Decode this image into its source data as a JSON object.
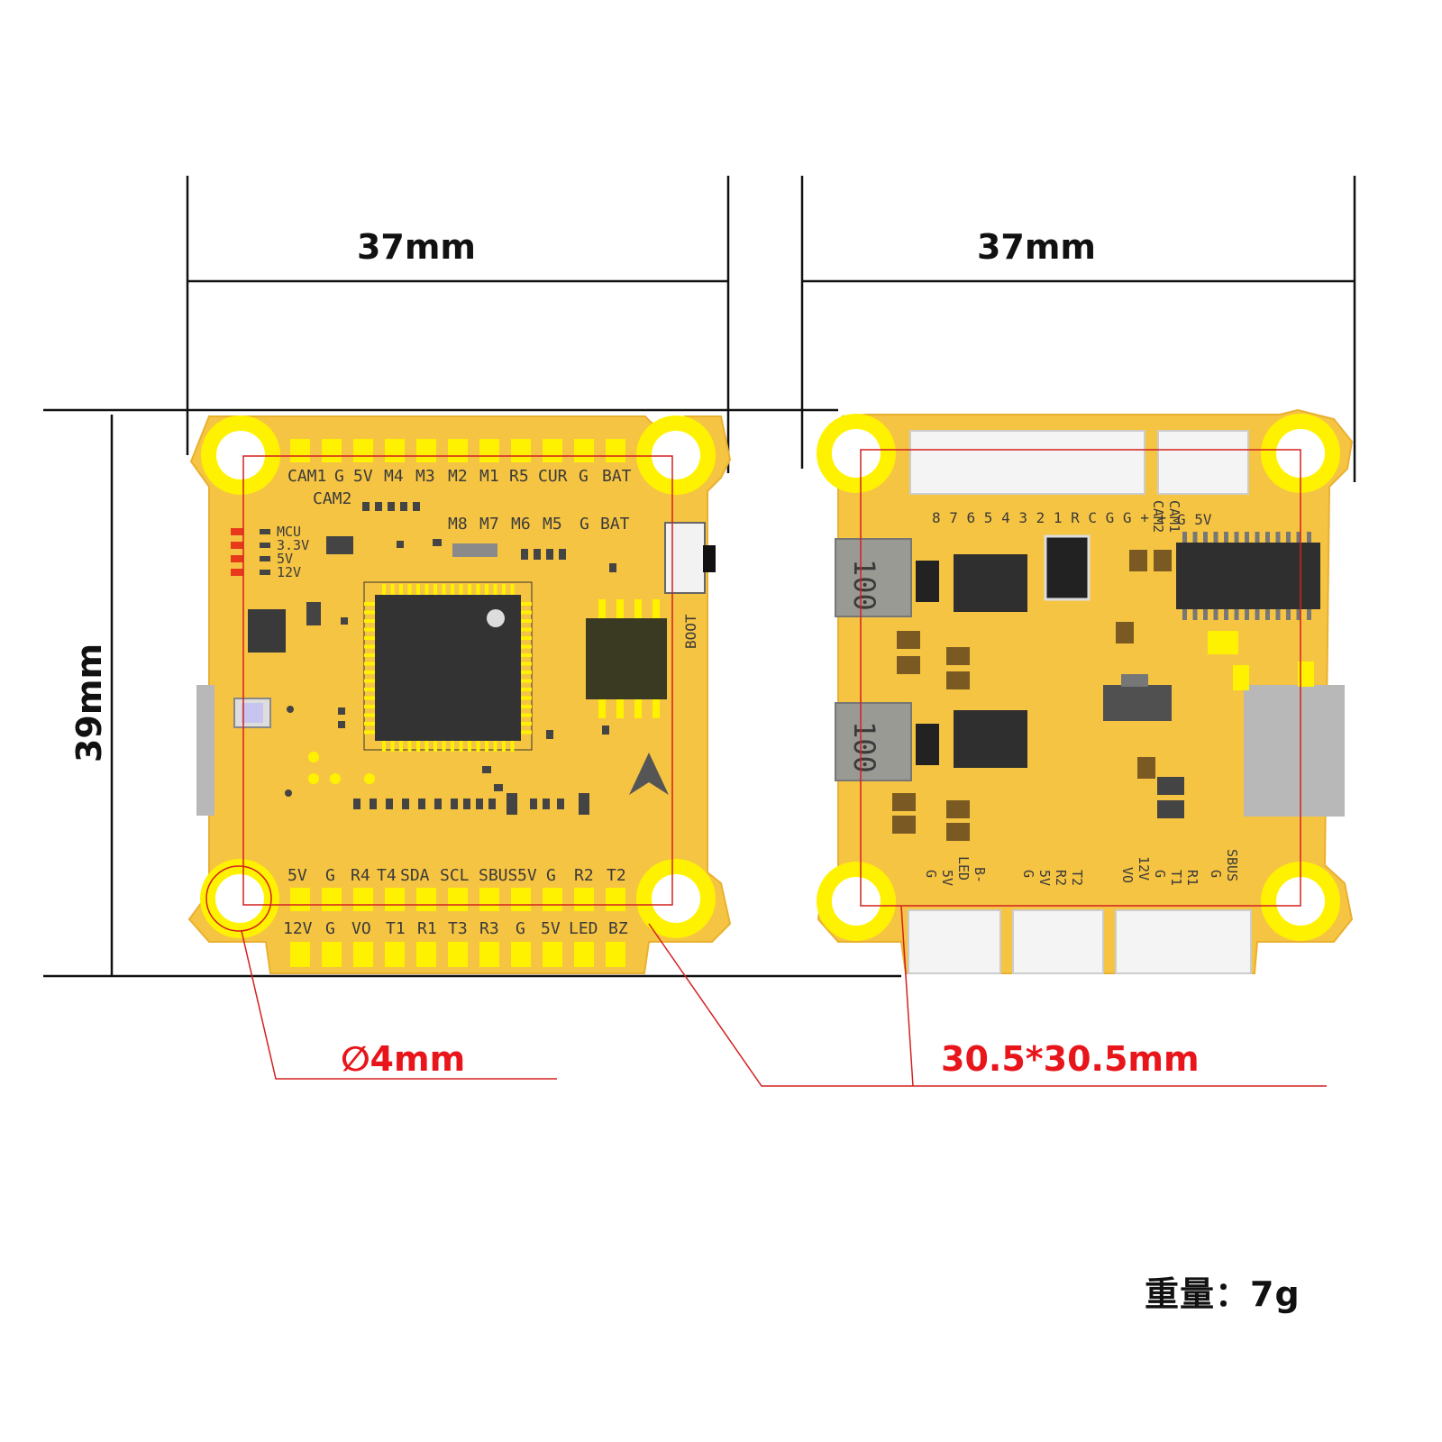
{
  "colors": {
    "pcb": "#f6c443",
    "pad": "#fff200",
    "line": "#111111",
    "red": "#e8151b",
    "chip": "#333333"
  },
  "dimensions": {
    "width_left": "37mm",
    "width_right": "37mm",
    "height": "39mm",
    "hole": "∅4mm",
    "mount": "30.5*30.5mm"
  },
  "weight": "重量：7g",
  "front_board": {
    "top_row1": [
      "CAM1",
      "G",
      "5V",
      "M4",
      "M3",
      "M2",
      "M1",
      "R5",
      "CUR",
      "G",
      "BAT"
    ],
    "cam2": "CAM2",
    "top_row2": [
      "M8",
      "M7",
      "M6",
      "M5",
      "G",
      "BAT"
    ],
    "leds": [
      "MCU",
      "3.3V",
      "5V",
      "12V"
    ],
    "boot": "BOOT",
    "bottom_row1": [
      "5V",
      "G",
      "R4",
      "T4",
      "SDA",
      "SCL",
      "SBUS",
      "5V",
      "G",
      "R2",
      "T2"
    ],
    "bottom_row2": [
      "12V",
      "G",
      "VO",
      "T1",
      "R1",
      "T3",
      "R3",
      "G",
      "5V",
      "LED",
      "BZ"
    ]
  },
  "back_board": {
    "top_header": "8 7 6 5 4 3 2 1 R C G G + +",
    "cam_labels": [
      "CAM1",
      "CAM2"
    ],
    "g5v": "G 5V",
    "inductor_label": "100",
    "bottom_groups": [
      [
        "B-",
        "LED",
        "5V",
        "G"
      ],
      [
        "T2",
        "R2",
        "5V",
        "G"
      ],
      [
        "R1",
        "T1",
        "G",
        "12V",
        "VO"
      ],
      [
        "SBUS",
        "G"
      ]
    ]
  }
}
